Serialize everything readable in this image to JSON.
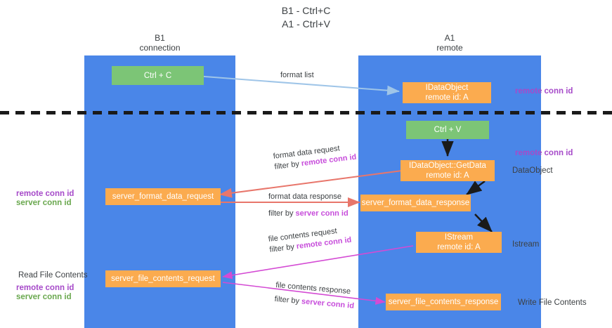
{
  "title": "B1 - Ctrl+C\nA1 - Ctrl+V",
  "lanes": [
    {
      "name": "b1",
      "header": "B1\nconnection"
    },
    {
      "name": "a1",
      "header": "A1\nremote"
    }
  ],
  "boxes": [
    {
      "id": "ctrl-c",
      "label": "Ctrl + C"
    },
    {
      "id": "idataobject",
      "label": "IDataObject\nremote id: A"
    },
    {
      "id": "ctrl-v",
      "label": "Ctrl + V"
    },
    {
      "id": "idataobject-getdata",
      "label": "IDataObject::GetData\nremote id: A"
    },
    {
      "id": "server-format-data-request",
      "label": "server_format_data_request"
    },
    {
      "id": "server-format-data-response",
      "label": "server_format_data_response"
    },
    {
      "id": "istream",
      "label": "IStream\nremote id: A"
    },
    {
      "id": "server-file-contents-request",
      "label": "server_file_contents_request"
    },
    {
      "id": "server-file-contents-response",
      "label": "server_file_contents_response"
    }
  ],
  "edges": [
    {
      "id": "format-list",
      "line1": "format list",
      "line2_prefix": "",
      "line2_hl": ""
    },
    {
      "id": "format-data-request",
      "line1": "format data request",
      "line2_prefix": "filter by ",
      "line2_hl": "remote conn id"
    },
    {
      "id": "format-data-response",
      "line1": "format data response",
      "line2_prefix": "filter by ",
      "line2_hl": "server conn id"
    },
    {
      "id": "file-contents-request",
      "line1": "file contents request",
      "line2_prefix": "filter by ",
      "line2_hl": "remote conn id"
    },
    {
      "id": "file-contents-response",
      "line1": "file contents response",
      "line2_prefix": "filter by ",
      "line2_hl": "server conn id"
    }
  ],
  "side_labels": {
    "right_remote_conn_id_top": "remote conn id",
    "right_remote_conn_id_mid": "remote conn id",
    "right_dataobject": "DataObject",
    "right_istream": "Istream",
    "right_write_file_contents": "Write File Contents",
    "left_remote_conn_id": "remote conn id",
    "left_server_conn_id": "server conn id",
    "left_read_file_contents": "Read File Contents",
    "left_remote_conn_id_2": "remote conn id",
    "left_server_conn_id_2": "server conn id"
  },
  "colors": {
    "lane": "#4a86e8",
    "green_box": "#7cc576",
    "orange_box": "#fbab4f",
    "purple_text": "#a64ac9",
    "green_text": "#6aa84f",
    "red_arrow": "#e8766b",
    "magenta_arrow": "#d44bd4",
    "blue_arrow": "#9fc5e8",
    "dark_arrow": "#1a1a1a",
    "separator": "#1a1a1a"
  }
}
